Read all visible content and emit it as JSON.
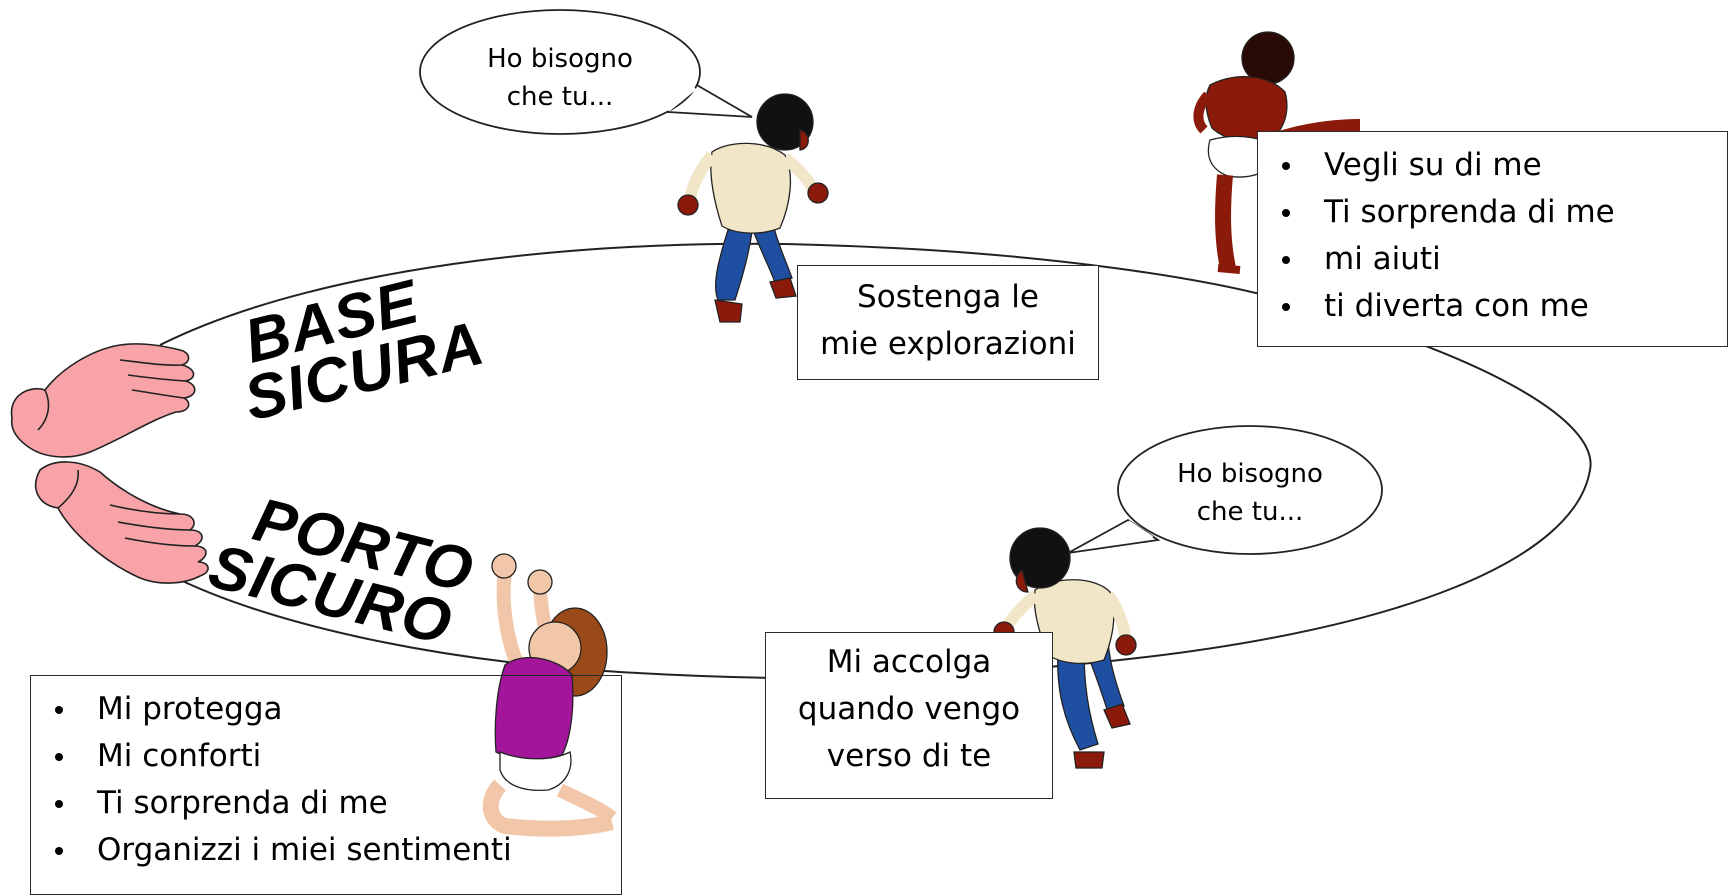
{
  "labels": {
    "base_line1": "BASE",
    "base_line2": "SICURA",
    "porto_line1": "PORTO",
    "porto_line2": "SICURO"
  },
  "bubbles": [
    {
      "line1": "Ho bisogno",
      "line2": "che tu..."
    },
    {
      "line1": "Ho bisogno",
      "line2": "che tu..."
    }
  ],
  "boxes": {
    "explorations": {
      "line1": "Sostenga le",
      "line2": "mie explorazioni"
    },
    "welcome": {
      "line1": "Mi accolga",
      "line2": "quando vengo",
      "line3": "verso di te"
    },
    "top_right_list": [
      "Vegli su di me",
      "Ti sorprenda di me",
      "mi aiuti",
      "ti diverta con me"
    ],
    "bottom_left_list": [
      "Mi protegga",
      "Mi conforti",
      "Ti sorprenda di me",
      "Organizzi i miei sentimenti"
    ]
  },
  "colors": {
    "hands": "#f7a3a8",
    "child_dark_skin": "#8b1a0a",
    "child_shirt": "#f2e6c8",
    "child_pants": "#1f4fa0",
    "baby_shirt": "#a3169c",
    "baby_hair": "#9a4a18",
    "baby_skin": "#f2c6a8"
  }
}
